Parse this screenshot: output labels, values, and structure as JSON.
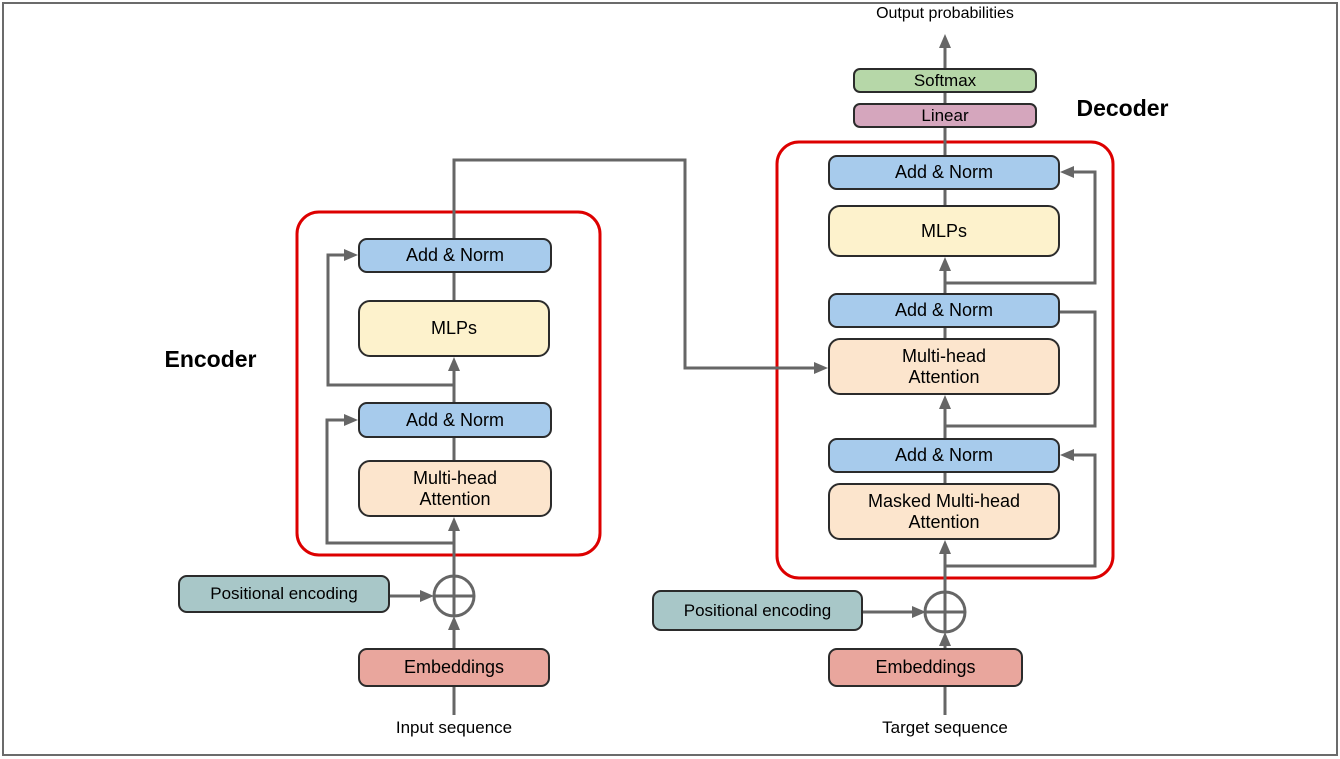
{
  "colors": {
    "add_norm": "#A7CBEC",
    "mlps": "#FDF2CC",
    "attention": "#FCE5CD",
    "softmax": "#B6D7A8",
    "linear": "#D5A6BD",
    "positional_encoding": "#A8C7C8",
    "embeddings": "#E9A69D",
    "frame": "#DD0000",
    "connector": "#666666",
    "box_border": "#2B2B2B",
    "outer_border": "#6B6B6B"
  },
  "labels": {
    "output_probabilities": "Output probabilities",
    "decoder": "Decoder",
    "encoder": "Encoder",
    "input_sequence": "Input sequence",
    "target_sequence": "Target sequence"
  },
  "encoder": {
    "add_norm_top": "Add & Norm",
    "mlps": "MLPs",
    "add_norm_bottom": "Add & Norm",
    "multi_head_attention": "Multi-head\nAttention",
    "positional_encoding": "Positional encoding",
    "embeddings": "Embeddings"
  },
  "decoder": {
    "softmax": "Softmax",
    "linear": "Linear",
    "add_norm_top": "Add & Norm",
    "mlps": "MLPs",
    "add_norm_middle": "Add & Norm",
    "multi_head_attention": "Multi-head\nAttention",
    "add_norm_bottom": "Add & Norm",
    "masked_multi_head_attention": "Masked Multi-head\nAttention",
    "positional_encoding": "Positional encoding",
    "embeddings": "Embeddings"
  },
  "icons": {
    "encoder_combine": "circle-plus-icon",
    "decoder_combine": "circle-plus-icon"
  }
}
